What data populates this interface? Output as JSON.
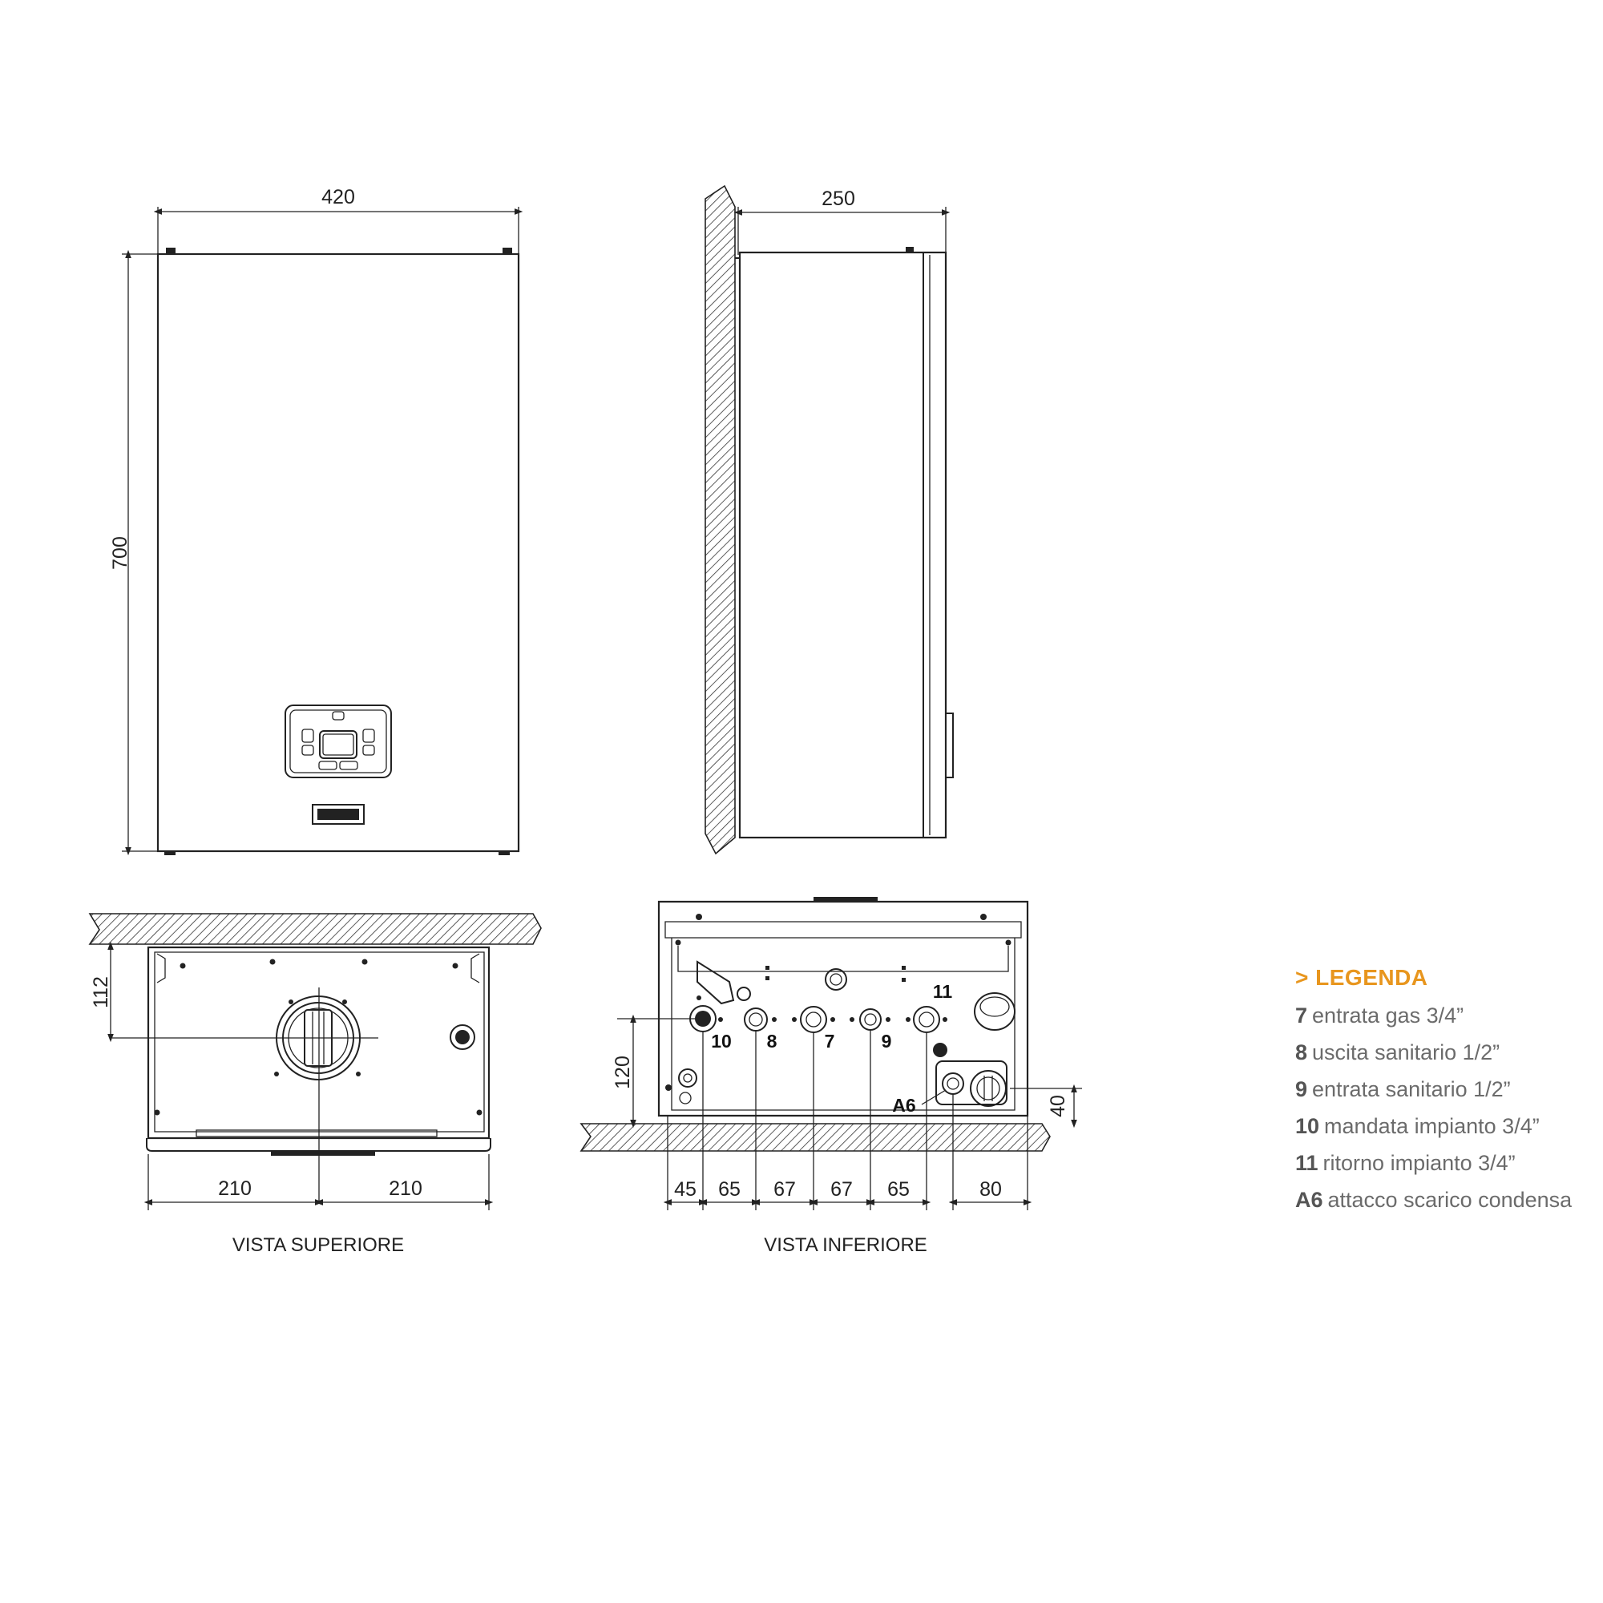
{
  "front_view": {
    "width_label": "420",
    "height_label": "700"
  },
  "side_view": {
    "depth_label": "250"
  },
  "top_view": {
    "caption": "VISTA SUPERIORE",
    "offset_label": "112",
    "half_width_left": "210",
    "half_width_right": "210"
  },
  "bottom_view": {
    "caption": "VISTA INFERIORE",
    "height_label": "120",
    "condensate_height_label": "40",
    "spacings": [
      "45",
      "65",
      "67",
      "67",
      "65",
      "80"
    ],
    "callouts": [
      "10",
      "8",
      "7",
      "9",
      "11",
      "A6"
    ]
  },
  "legend": {
    "title": "> LEGENDA",
    "items": [
      {
        "code": "7",
        "text": "entrata gas 3/4”"
      },
      {
        "code": "8",
        "text": "uscita sanitario 1/2”"
      },
      {
        "code": "9",
        "text": "entrata sanitario 1/2”"
      },
      {
        "code": "10",
        "text": "mandata impianto 3/4”"
      },
      {
        "code": "11",
        "text": "ritorno impianto 3/4”"
      },
      {
        "code": "A6",
        "text": "attacco scarico condensa"
      }
    ]
  },
  "colors": {
    "legend_title": "#e8961e",
    "legend_text": "#6b6b6b",
    "line": "#222222"
  }
}
